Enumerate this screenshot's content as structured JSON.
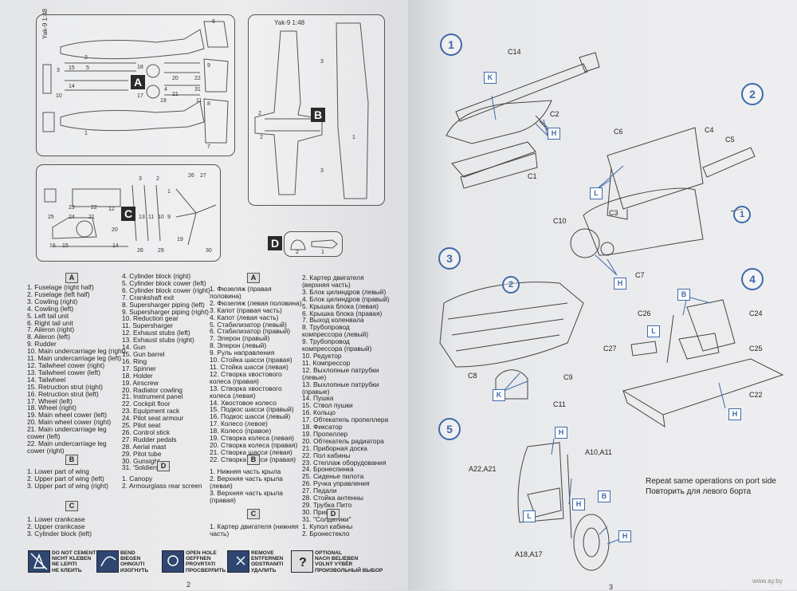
{
  "sprue_labels": {
    "yak_small": "Yak-9 1:48",
    "yak_frame": "Yak-9 1:48",
    "frame_a": "A",
    "frame_b": "B",
    "frame_c": "C",
    "frame_d": "D",
    "nums_a": [
      "6",
      "2",
      "1",
      "3",
      "15",
      "5",
      "14",
      "18",
      "22",
      "20",
      "4",
      "21",
      "31",
      "17",
      "19",
      "11",
      "7",
      "9",
      "10",
      "8"
    ],
    "nums_b": [
      "3",
      "2",
      "1",
      "2",
      "3"
    ],
    "nums_c": [
      "23",
      "26",
      "27",
      "22",
      "12",
      "25",
      "24",
      "21",
      "13",
      "11",
      "10",
      "9",
      "20",
      "19",
      "16",
      "15",
      "14",
      "28",
      "29",
      "30",
      "3",
      "2",
      "1"
    ],
    "nums_d": [
      "2",
      "1"
    ]
  },
  "parts_list": {
    "en_a_tag": "A",
    "en_a_col1": [
      "1. Fuselage (right half)",
      "2. Fuselage (left half)",
      "3. Cowling (right)",
      "4. Cowling (left)",
      "5. Left tail unit",
      "6. Right tail unit",
      "7. Aileron (right)",
      "8. Aileron (left)",
      "9. Rudder",
      "10. Main undercarriage leg (right)",
      "11. Main undercarriage leg (left)",
      "12. Tailwheel cower (right)",
      "13. Tailwheel cower (left)",
      "14. Tailwheel",
      "15. Retruction strut (right)",
      "16. Retruction strut (left)",
      "17. Wheel (left)",
      "18. Wheel (right)",
      "19. Main wheel cower (left)",
      "20. Main wheel cower (right)",
      "21. Main undercarriage leg cower (left)",
      "22. Main undercarriage leg cower (right)"
    ],
    "en_a_col2": [
      "4. Cylinder block (right)",
      "5. Cylinder block cower (left)",
      "6. Cylinder block cower (right)",
      "7. Crankshaft exit",
      "8. Supersharger piping (left)",
      "9. Supersharger piping (right)",
      "10. Reduction gear",
      "11. Supersharger",
      "12. Exhaust stubs (left)",
      "13. Exhaust stubs (right)",
      "14. Gun",
      "15. Gun barrel",
      "16. Ring",
      "17. Spinner",
      "18. Holder",
      "19. Airscrew",
      "20. Radiator cowling",
      "21. Instrument panel",
      "22. Cockpit floor",
      "23. Equipment rack",
      "24. Pilot seat armour",
      "25. Pilot seat",
      "26. Control stick",
      "27. Rudder pedals",
      "28. Aerial mast",
      "29. Pitot tube",
      "30. Gunsight",
      "31. 'Soldiers'"
    ],
    "en_b_tag": "B",
    "en_b": [
      "1. Lower part of wing",
      "2. Upper part of wing (left)",
      "3. Upper part of wing (right)"
    ],
    "en_c_tag": "C",
    "en_c": [
      "1. Lower crankcase",
      "2. Upper crankcase",
      "3. Cylinder block (left)"
    ],
    "en_d_tag": "D",
    "en_d": [
      "1. Canopy",
      "2. Armourglass rear screen"
    ],
    "ru_a_tag": "A",
    "ru_a_col1": [
      "1. Фюзеляж (правая половина)",
      "2. Фюзеляж (левая половина)",
      "3. Капот (правая часть)",
      "4. Капот (левая часть)",
      "5. Стабилизатор (левый)",
      "6. Стабилизатор (правый)",
      "7. Элерон (правый)",
      "8. Элерон (левый)",
      "9. Руль направления",
      "10. Стойка шасси (правая)",
      "11. Стойка шасси (левая)",
      "12. Створка хвостового колеса (правая)",
      "13. Створка хвостового колеса (левая)",
      "14. Хвостовое колесо",
      "15. Подкос шасси (правый)",
      "16. Подкос шасси (левый)",
      "17. Колесо (левое)",
      "18. Колесо (правое)",
      "19. Створка колеса (левая)",
      "20. Створка колеса (правая)",
      "21. Створка шасси (левая)",
      "22. Створка шасси (правая)"
    ],
    "ru_a_col2": [
      "2. Картер двигателя (верхняя часть)",
      "3. Блок цилиндров (левый)",
      "4. Блок цилиндров (правый)",
      "5. Крышка блока (левая)",
      "6. Крышка блока (правая)",
      "7. Выход коленвала",
      "8. Трубопровод компрессора (левый)",
      "9. Трубопровод компрессора (правый)",
      "10. Редуктор",
      "11. Компрессор",
      "12. Выхлопные патрубки (левые)",
      "13. Выхлопные патрубки (правые)",
      "14. Пушка",
      "15. Ствол пушки",
      "16. Кольцо",
      "17. Обтекатель пропеллера",
      "18. Фиксатор",
      "19. Пропеллер",
      "20. Обтекатель радиатора",
      "21. Приборная доска",
      "22. Пол кабины",
      "23. Стеллаж оборудования",
      "24. Бронеспинка",
      "25. Сиденье пилота",
      "26. Ручка управления",
      "27. Педали",
      "28. Стойка антенны",
      "29. Трубка Пито",
      "30. Прицел",
      "31. \"Солдатики\""
    ],
    "ru_b_tag": "B",
    "ru_b": [
      "1. Нижняя часть крыла",
      "2. Верхняя часть крыла (левая)",
      "3. Верхняя часть крыла (правая)"
    ],
    "ru_c_tag": "C",
    "ru_c": [
      "1. Картер двигателя (нижняя часть)"
    ],
    "ru_d_tag": "D",
    "ru_d": [
      "1. Купол кабины",
      "2. Бронестекло"
    ]
  },
  "legend": [
    {
      "icon": "no-cement-icon",
      "lines": [
        "DO NOT CEMENT",
        "NICHT KLEBEN",
        "NE LEPITI",
        "НЕ КЛЕИТЬ"
      ]
    },
    {
      "icon": "bend-icon",
      "lines": [
        "BEND",
        "BIEGEN",
        "OHNOUTI",
        "ИЗОГНУТЬ"
      ]
    },
    {
      "icon": "open-hole-icon",
      "lines": [
        "OPEN HOLE",
        "OEFFNEN",
        "PROVRTATI",
        "ПРОСВЕРЛИТЬ"
      ]
    },
    {
      "icon": "remove-icon",
      "lines": [
        "REMOVE",
        "ENTFERNEN",
        "ODSTRANITI",
        "УДАЛИТЬ"
      ]
    },
    {
      "icon": "optional-icon",
      "lines": [
        "OPTIONAL",
        "NACH BELIEBEN",
        "VOLNÝ VÝBĚR",
        "ПРОИЗВОЛЬНЫЙ ВЫБОР"
      ]
    }
  ],
  "page_numbers": {
    "left": "2",
    "right": "3"
  },
  "steps": {
    "s1": "1",
    "s2": "2",
    "s3": "3",
    "s4": "4",
    "s5": "5",
    "s1_parts": {
      "c14": "C14",
      "k": "K",
      "c2": "C2",
      "h": "H",
      "c1": "C1"
    },
    "s2_parts": {
      "c6": "C6",
      "c4": "C4",
      "c5": "C5",
      "l": "L",
      "c3": "C3",
      "one": "1",
      "c10": "C10",
      "h": "H",
      "c7": "C7"
    },
    "s3_parts": {
      "two": "2",
      "c8": "C8",
      "c9": "C9",
      "k": "K",
      "c11": "C11"
    },
    "s4_parts": {
      "b": "B",
      "c26": "C26",
      "c24": "C24",
      "l": "L",
      "c27": "C27",
      "c25": "C25",
      "c22": "C22",
      "h": "H"
    },
    "s5_parts": {
      "h1": "H",
      "a10": "A10,A11",
      "a22": "A22,A21",
      "b": "B",
      "h2": "H",
      "l": "L",
      "h3": "H",
      "a18": "A18,A17"
    }
  },
  "note_en": "Repeat same operations on port side",
  "note_ru": "Повторить для левого борта",
  "watermark": "www.ay.by",
  "colors": {
    "accent": "#3f6aa8",
    "tag_dark": "#2a2a2a",
    "legend_blue": "#2f4670"
  }
}
